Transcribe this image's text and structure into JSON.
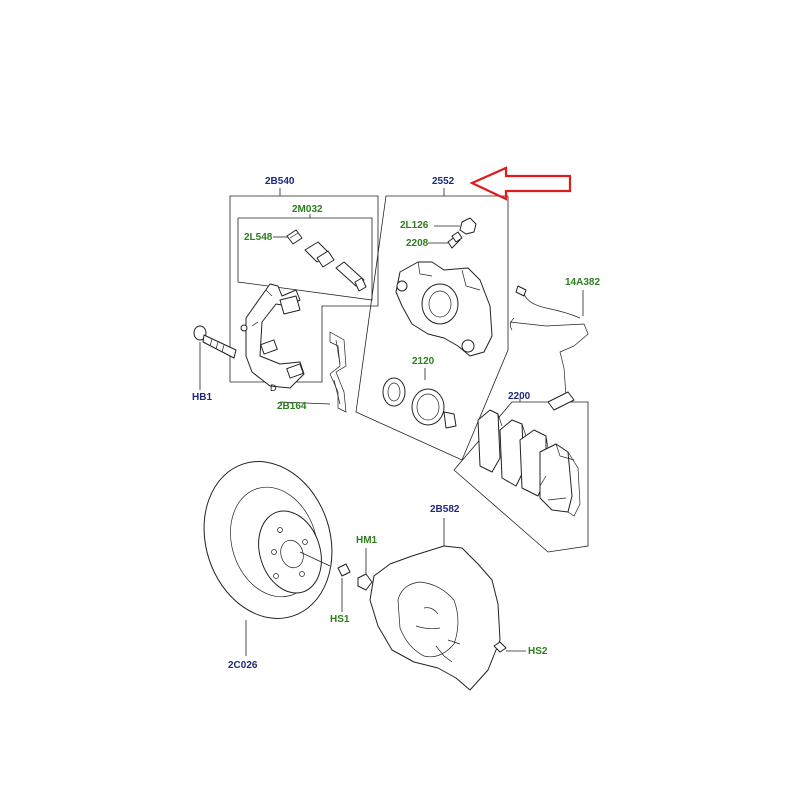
{
  "labels": {
    "caliper_carrier_kit": "2B540",
    "guide_pin_kit": "2M032",
    "guide_pin_boot": "2L548",
    "caliper": "2552",
    "bleed_cap": "2L126",
    "bleed_screw": "2208",
    "wear_sensor": "14A382",
    "carrier_bolt": "HB1",
    "spring_clip": "2B164",
    "piston_seal_kit": "2120",
    "brake_pads": "2200",
    "disc_screw_hm": "HM1",
    "disc_screw": "HS1",
    "brake_disc": "2C026",
    "dust_shield": "2B582",
    "shield_screw": "HS2",
    "carrier_letter": "D"
  },
  "colors": {
    "callout_blue": "#1f2a7a",
    "callout_green": "#2e7d1e",
    "arrow_red": "#e01b1b",
    "line": "#222222"
  }
}
